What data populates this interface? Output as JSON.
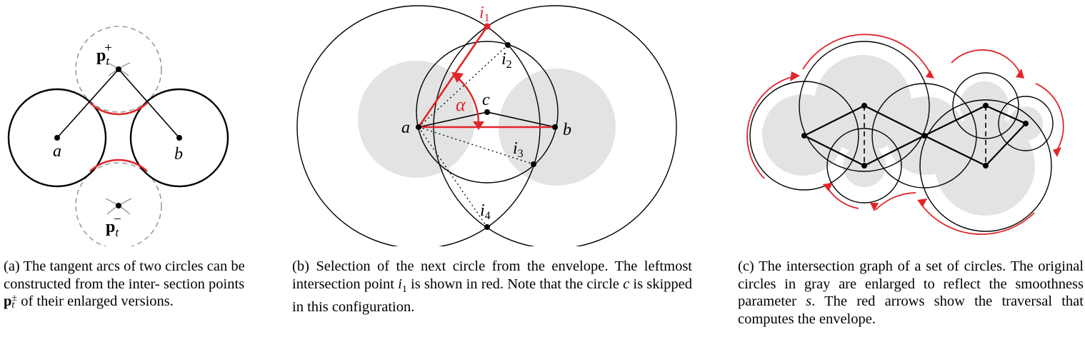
{
  "colors": {
    "red": "#e0262b",
    "gray_fill": "#e3e3e3",
    "dashed_gray": "#9a9a9a"
  },
  "figure_a": {
    "label_a": "a",
    "label_b": "b",
    "label_p": "p",
    "label_t": "t",
    "label_plus": "+",
    "label_minus": "−"
  },
  "figure_b": {
    "label_a": "a",
    "label_b": "b",
    "label_c": "c",
    "label_i": "i",
    "sub_1": "1",
    "sub_2": "2",
    "sub_3": "3",
    "sub_4": "4",
    "label_alpha": "α"
  },
  "captions": {
    "a": {
      "prefix": "(a) The tangent arcs of two circles can be constructed from the inter- section points ",
      "p": "p",
      "sup": "±",
      "sub": "t",
      "suffix": " of their enlarged versions."
    },
    "b": {
      "prefix": "(b) Selection of the next circle from the envelope. The leftmost intersection point ",
      "i": "i",
      "sub": "1",
      "mid": " is shown in red. Note that the circle ",
      "c": "c",
      "suffix": " is skipped in this configuration."
    },
    "c": {
      "prefix": "(c) The intersection graph of a set of circles. The original circles in gray are enlarged to reflect the smoothness parameter ",
      "s": "s",
      "suffix": ". The red arrows show the traversal that computes the envelope."
    }
  }
}
